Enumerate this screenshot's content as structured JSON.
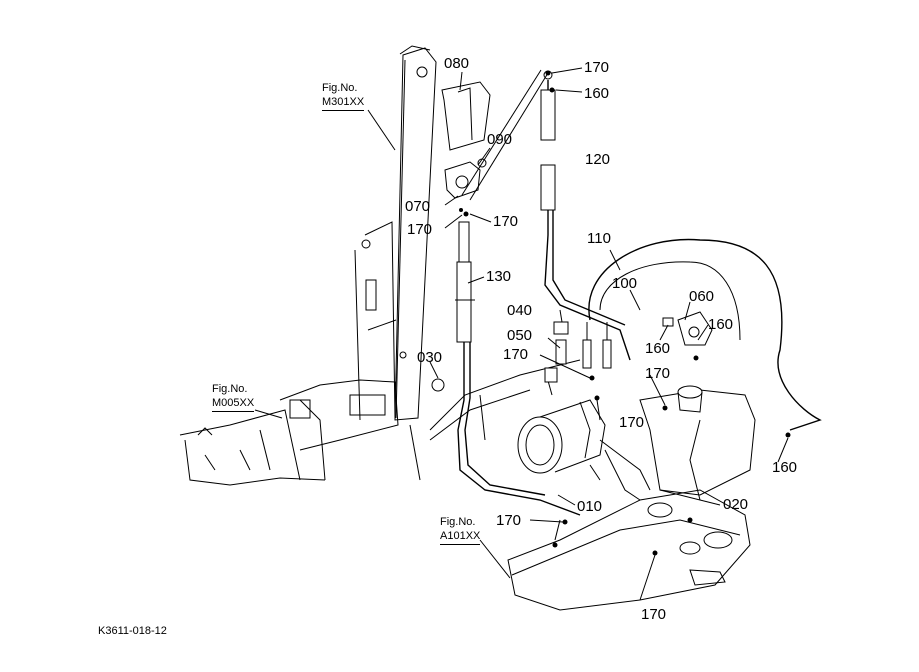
{
  "diagram": {
    "drawing_id": "K3611-018-12",
    "figure_refs": [
      {
        "id": "m301",
        "label": "Fig.No.",
        "code": "M301XX"
      },
      {
        "id": "m005",
        "label": "Fig.No.",
        "code": "M005XX"
      },
      {
        "id": "a101",
        "label": "Fig.No.",
        "code": "A101XX"
      }
    ],
    "part_callouts": [
      "080",
      "170",
      "160",
      "090",
      "120",
      "070",
      "170",
      "170",
      "110",
      "130",
      "100",
      "060",
      "040",
      "160",
      "050",
      "160",
      "030",
      "170",
      "170",
      "170",
      "160",
      "020",
      "010",
      "170",
      "170"
    ]
  }
}
